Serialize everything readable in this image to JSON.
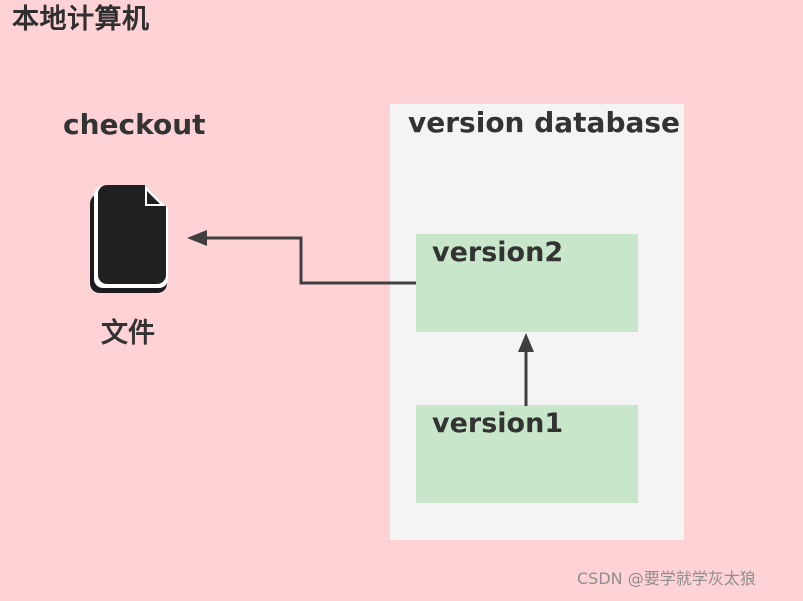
{
  "local_machine": {
    "title": "本地计算机"
  },
  "checkout": {
    "label": "checkout",
    "file_label": "文件",
    "icon": "document-stack-icon"
  },
  "database": {
    "title": "version database",
    "versions": [
      {
        "label": "version2"
      },
      {
        "label": "version1"
      }
    ]
  },
  "watermark": {
    "text": "CSDN @要学就学灰太狼"
  },
  "colors": {
    "background": "#ffd2d5",
    "panel": "#f4f4f4",
    "version_box": "#c8e6c9",
    "text": "#333333",
    "arrow": "#3f3f3f"
  }
}
